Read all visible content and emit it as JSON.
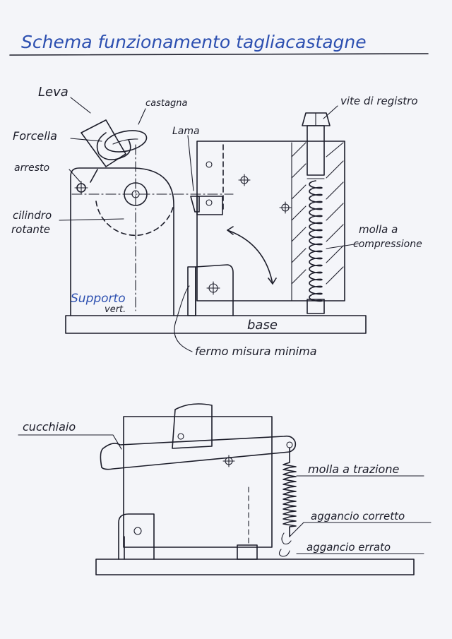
{
  "title": "Schema  funzionamento tagliacastagne",
  "colors": {
    "ink": "#1c1d2a",
    "title_blue": "#2c4fb0",
    "paper": "#f4f5f9"
  },
  "top_diagram": {
    "labels": {
      "leva": "Leva",
      "castagna": "castagna",
      "forcella": "Forcella",
      "lama": "Lama",
      "vite_registro": "vite di registro",
      "arresto": "arresto",
      "cilindro": "cilindro",
      "rotante": "rotante",
      "molla": "molla  a",
      "compressione": "compressione",
      "supporto": "Supporto",
      "vert": "vert.",
      "base": "base",
      "fermo": "fermo  misura  minima"
    }
  },
  "bottom_diagram": {
    "labels": {
      "cucchiaio": "cucchiaio",
      "molla_trazione": "molla a trazione",
      "aggancio_corretto": "aggancio corretto",
      "aggancio_errato": "aggancio errato"
    }
  }
}
